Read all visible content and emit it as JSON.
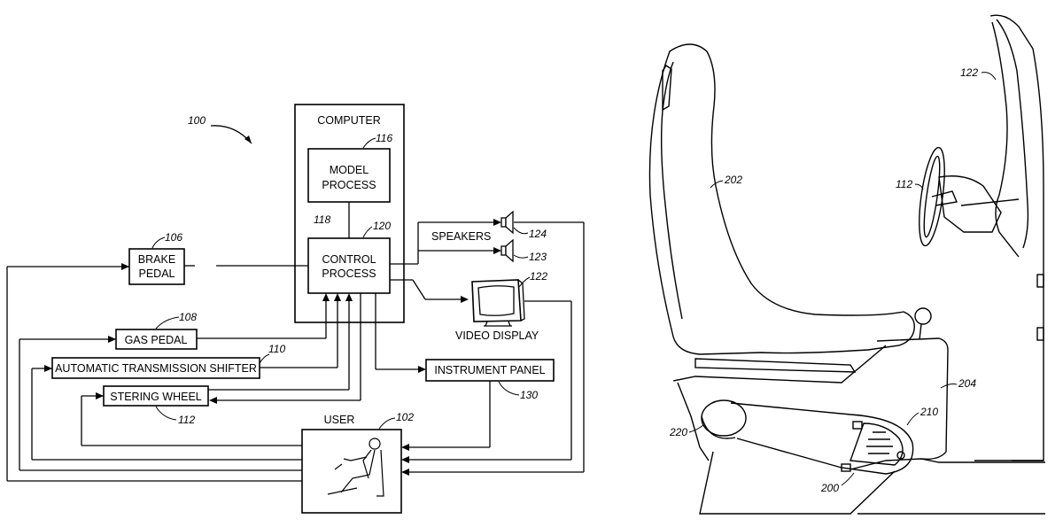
{
  "figure_ref": "100",
  "blocks": {
    "computer": {
      "label": "COMPUTER"
    },
    "model_process": {
      "line1": "MODEL",
      "line2": "PROCESS",
      "ref": "116"
    },
    "control_process": {
      "line1": "CONTROL",
      "line2": "PROCESS",
      "ref": "120"
    },
    "link_ref": "118",
    "brake_pedal": {
      "line1": "BRAKE",
      "line2": "PEDAL",
      "ref": "106"
    },
    "gas_pedal": {
      "label": "GAS PEDAL",
      "ref": "108"
    },
    "shifter": {
      "label": "AUTOMATIC TRANSMISSION SHIFTER",
      "ref": "110"
    },
    "steering": {
      "label": "STERING WHEEL",
      "ref": "112"
    },
    "speakers": {
      "label": "SPEAKERS",
      "ref_a": "124",
      "ref_b": "123"
    },
    "video_display": {
      "label": "VIDEO DISPLAY",
      "ref": "122"
    },
    "instrument_panel": {
      "label": "INSTRUMENT PANEL",
      "ref": "130"
    },
    "user": {
      "label": "USER",
      "ref": "102"
    }
  },
  "simulator": {
    "display_ref": "122",
    "wheel_ref": "112",
    "seat_ref": "202",
    "base_ref": "204",
    "mechanism_ref": "210",
    "roller_ref": "220",
    "actuator_ref": "200"
  }
}
